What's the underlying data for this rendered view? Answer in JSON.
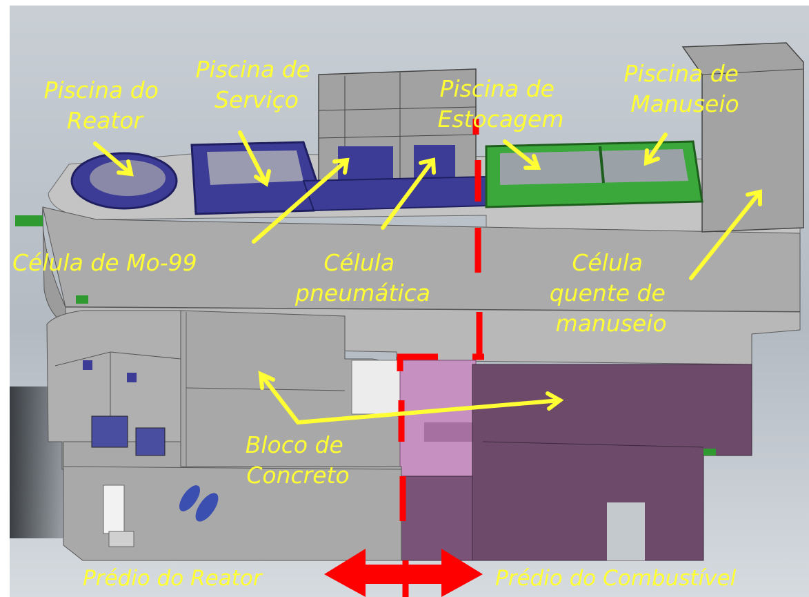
{
  "labels": {
    "reactor_pool": [
      "Piscina do",
      "Reator"
    ],
    "service_pool": [
      "Piscina de",
      "Serviço"
    ],
    "storage_pool": [
      "Piscina de",
      "Estocagem"
    ],
    "handling_pool": [
      "Piscina de",
      "Manuseio"
    ],
    "mo99_cell": "Célula de Mo-99",
    "pneumatic_cell": [
      "Célula",
      "pneumática"
    ],
    "hot_cell": [
      "Célula",
      "quente de",
      "manuseio"
    ],
    "concrete_block": [
      "Bloco de",
      "Concreto"
    ],
    "reactor_building": "Prédio do Reator",
    "fuel_building": "Prédio do Combustível"
  },
  "colors": {
    "label": "#ffff33",
    "divider": "#ff0000",
    "concrete": "#a9a9a9",
    "pool_reactor_side": "#3c3c96",
    "pool_fuel_side": "#3aa83a",
    "pink_block": "#c690c0",
    "purple_block": "#6d4a6a",
    "background_top": "#b9c0c7",
    "background_bottom": "#9aa3ad"
  }
}
